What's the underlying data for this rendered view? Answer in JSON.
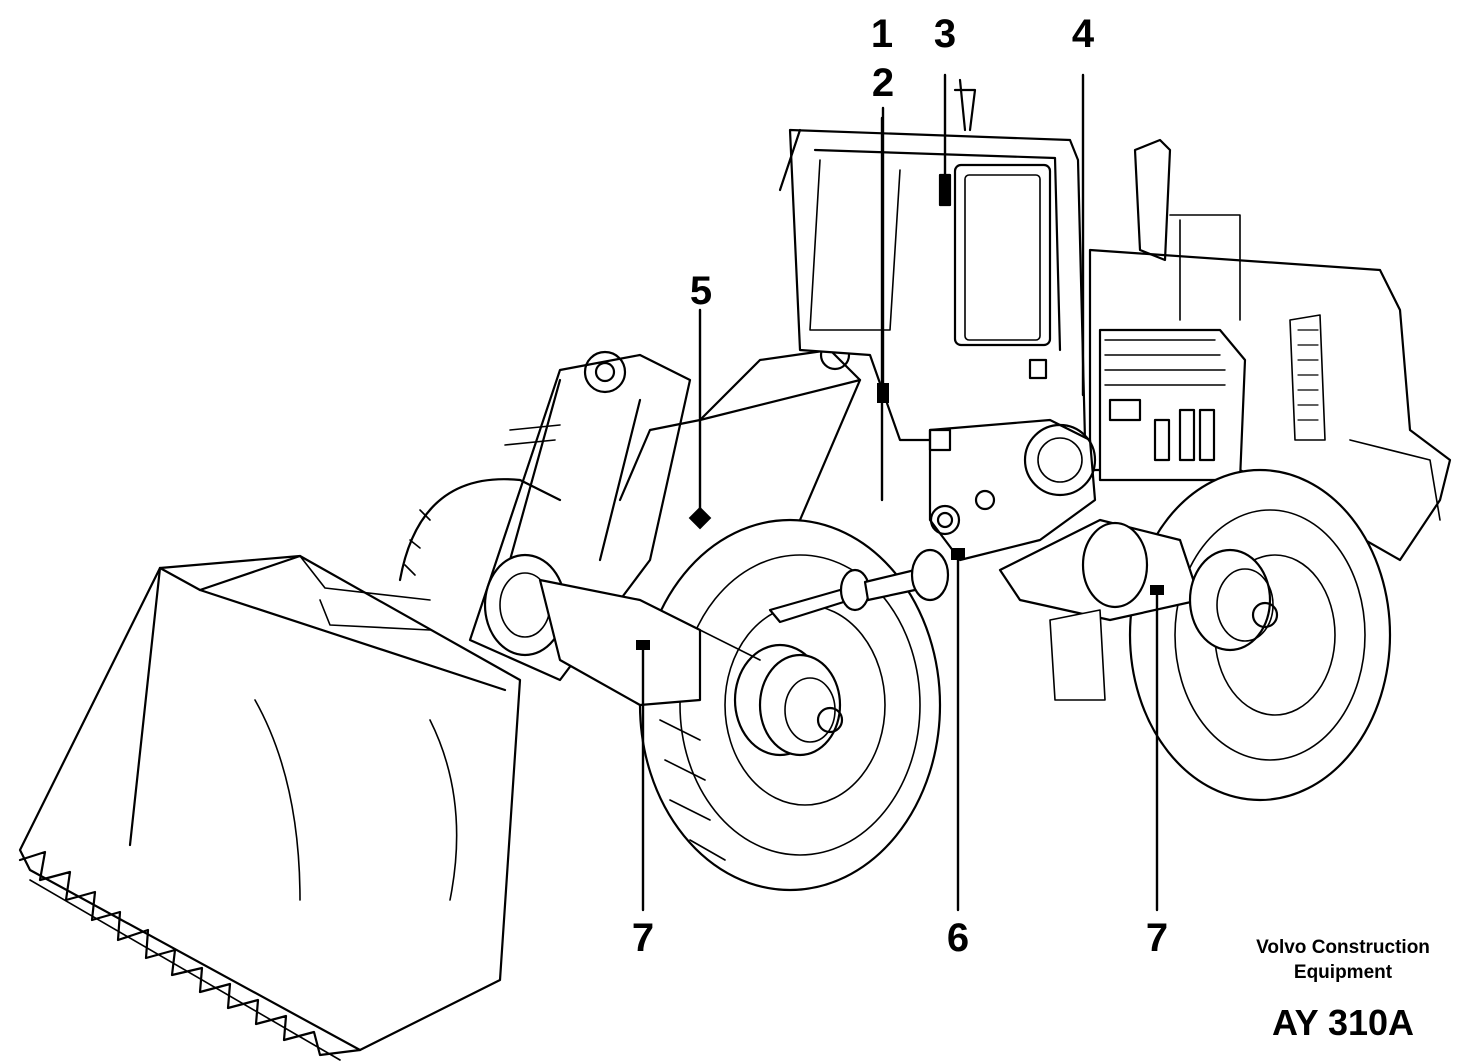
{
  "callouts": {
    "c1": "1",
    "c2": "2",
    "c3": "3",
    "c4": "4",
    "c5": "5",
    "c6": "6",
    "c7_left": "7",
    "c7_right": "7"
  },
  "caption": {
    "company_line1": "Volvo Construction",
    "company_line2": "Equipment",
    "figure_code": "AY 310A"
  },
  "illustration": {
    "subject": "wheel loader",
    "line_color": "#000000",
    "background": "#ffffff"
  }
}
